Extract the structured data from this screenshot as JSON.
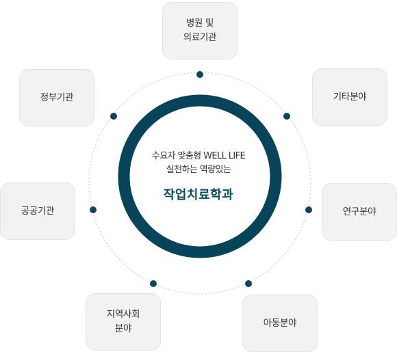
{
  "center": {
    "line1": "수요자 맞춤형 WELL LIFE",
    "line2": "실천하는 역량있는",
    "title": "작업치료학과"
  },
  "nodes": [
    {
      "line1": "병원 및",
      "line2": "의료기관"
    },
    {
      "line1": "기타분야",
      "line2": ""
    },
    {
      "line1": "연구분야",
      "line2": ""
    },
    {
      "line1": "아동분야",
      "line2": ""
    },
    {
      "line1": "지역사회",
      "line2": "분야"
    },
    {
      "line1": "공공기관",
      "line2": ""
    },
    {
      "line1": "정부기관",
      "line2": ""
    }
  ],
  "colors": {
    "ring": "#07445a",
    "dot": "#0d4557",
    "orbit": "#cccccc",
    "box_bg": "#f2f2f2",
    "title": "#0e4b5e"
  }
}
